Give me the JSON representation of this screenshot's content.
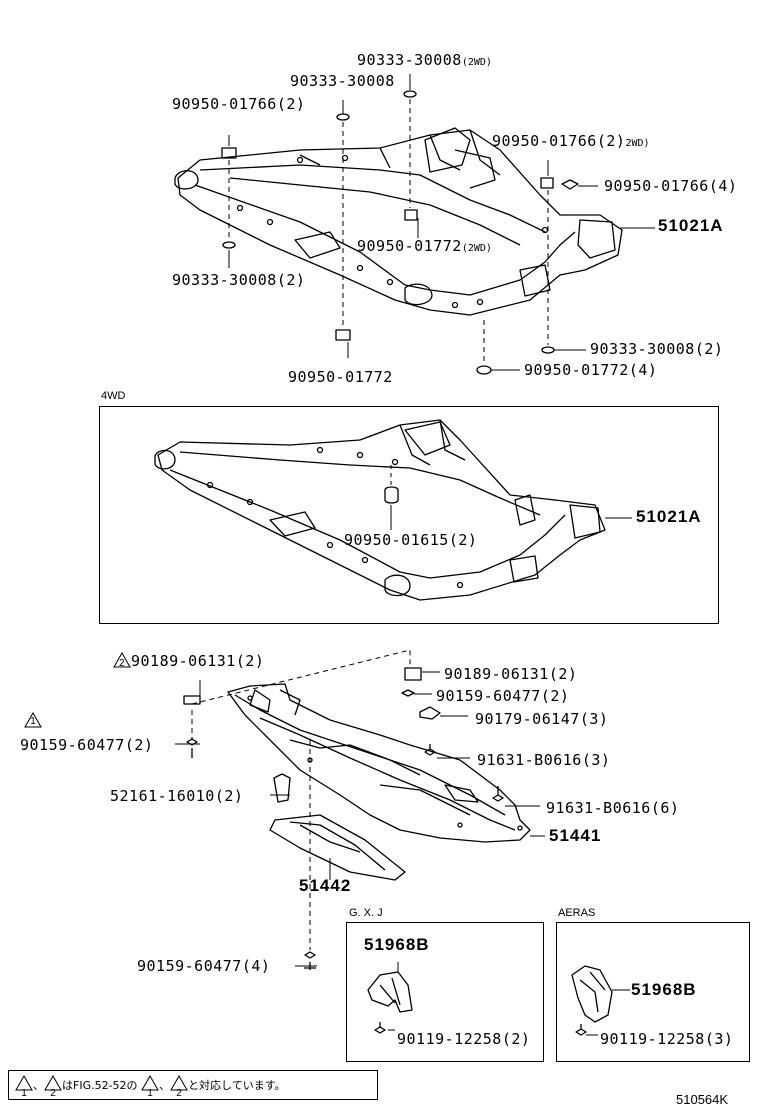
{
  "figure_code": "510564K",
  "labels": {
    "p1": "90333-30008",
    "p1_note": "(2WD)",
    "p2": "90333-30008",
    "p3": "90950-01766(2)",
    "p4": "90950-01766(2)",
    "p4_note": "2WD)",
    "p5": "90950-01766(4)",
    "p6": "51021A",
    "p7": "90950-01772",
    "p7_note": "(2WD)",
    "p8": "90333-30008(2)",
    "p9": "90333-30008(2)",
    "p10": "90950-01772(4)",
    "p11": "90950-01772",
    "p12": "51021A",
    "p13": "90950-01615(2)",
    "p14": "90189-06131(2)",
    "p15": "90189-06131(2)",
    "p16": "90159-60477(2)",
    "p17": "90159-60477(2)",
    "p18": "90179-06147(3)",
    "p19": "91631-B0616(3)",
    "p20": "52161-16010(2)",
    "p21": "91631-B0616(6)",
    "p22": "51441",
    "p23": "51442",
    "p24": "90159-60477(4)",
    "p25": "51968B",
    "p26": "90119-12258(2)",
    "p27": "51968B",
    "p28": "90119-12258(3)"
  },
  "markers": {
    "m1": "1",
    "m2": "2"
  },
  "captions": {
    "fourwd": "4WD",
    "gxj": "G. X. J",
    "aeras": "AERAS"
  },
  "footnote": {
    "a": "1",
    "b": "2",
    "text1": "はFIG.52-52の",
    "c": "1",
    "d": "2",
    "text2": "と対応しています。"
  }
}
